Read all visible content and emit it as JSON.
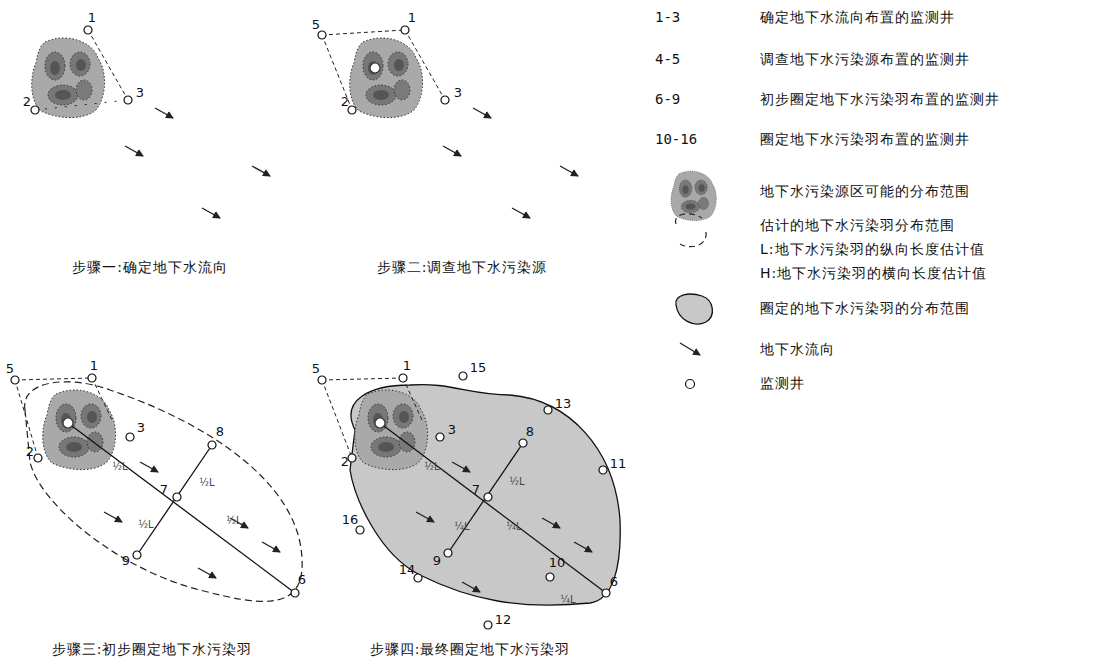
{
  "diagram": {
    "labels": [
      "1",
      "2",
      "3",
      "5",
      "1",
      "2",
      "3",
      "5",
      "1",
      "2",
      "3",
      "8",
      "7",
      "9",
      "6",
      "½L",
      "½L",
      "½L",
      "½L",
      "5",
      "1",
      "15",
      "13",
      "3",
      "8",
      "2",
      "11",
      "7",
      "16",
      "9",
      "10",
      "14",
      "6",
      "12",
      "½L",
      "½L",
      "¼L",
      "¼L",
      "¼L",
      "1-3",
      "4-5",
      "6-9",
      "10-16",
      "步骤一:确定地下水流向",
      "步骤二:调查地下水污染源",
      "步骤三:初步圈定地下水污染羽",
      "步骤四:最终圈定地下水污染羽"
    ],
    "legend": [
      {
        "text": "确定地下水流向布置的监测井"
      },
      {
        "text": "调查地下水污染源布置的监测井"
      },
      {
        "text": "初步圈定地下水污染羽布置的监测井"
      },
      {
        "text": "圈定地下水污染羽布置的监测井"
      },
      {
        "text": "地下水污染源区可能的分布范围"
      },
      {
        "text": "估计的地下水污染羽分布范围"
      },
      {
        "text": "L:地下水污染羽的纵向长度估计值"
      },
      {
        "text": "H:地下水污染羽的横向长度估计值"
      },
      {
        "text": "圈定的地下水污染羽的分布范围",
        "color": "#c8c8c8"
      },
      {
        "text": "地下水流向"
      },
      {
        "text": "监测井"
      }
    ]
  }
}
